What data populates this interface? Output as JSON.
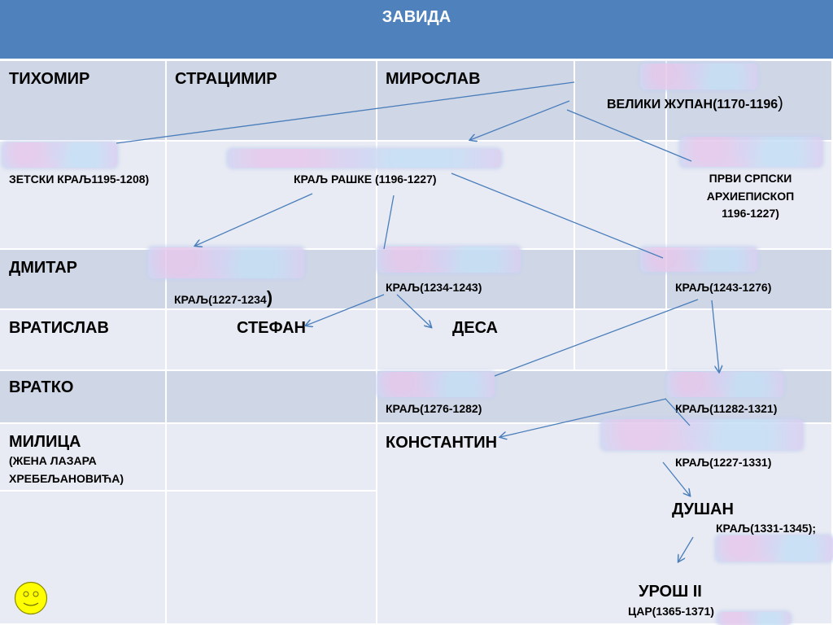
{
  "header": {
    "title": "ЗАВИДА"
  },
  "nodes": {
    "tihomir": "ТИХОМИР",
    "stracimir": "СТРАЦИМИР",
    "miroslav": "МИРОСЛАВ",
    "veliki_zupan": "ВЕЛИКИ ЖУПАН(1170-1196",
    "veliki_zupan_paren": ")",
    "zetski_kralj": "ЗЕТСКИ КРАЉ1195-1208)",
    "kralj_raske": "КРАЉ РАШКЕ (1196-1227)",
    "arhiepiskop_1": "ПРВИ СРПСКИ",
    "arhiepiskop_2": "АРХИЕПИСКОП",
    "arhiepiskop_3": "1196-1227)",
    "dmitar": "ДМИТАР",
    "kralj_1227": "КРАЉ(1227-1234",
    "kralj_1227_paren": ")",
    "kralj_1234": "КРАЉ(1234-1243)",
    "kralj_1243": "КРАЉ(1243-1276)",
    "vratislav": "ВРАТИСЛАВ",
    "stefan": "СТЕФАН",
    "desa": "ДЕСА",
    "vratko": "ВРАТКО",
    "kralj_1276": "КРАЉ(1276-1282)",
    "kralj_11282": "КРАЉ(11282-1321)",
    "milica": "МИЛИЦА",
    "milica_note_1": "(ЖЕНА ЛАЗАРА",
    "milica_note_2": "ХРЕБЕЉАНОВИЋА)",
    "konstantin": "КОНСТАНТИН",
    "kralj_1227_1331": "КРАЉ(1227-1331)",
    "dusan": "ДУШАН",
    "kralj_1331": "КРАЉ(1331-1345);",
    "uros": "УРОШ  II",
    "car": "ЦАР(1365-1371)"
  },
  "colors": {
    "header": "#4f81bd",
    "row_dark": "#cfd6e6",
    "row_light": "#e8ebf3",
    "arrow": "#4a7ebb",
    "smiley": "#ffff00"
  }
}
